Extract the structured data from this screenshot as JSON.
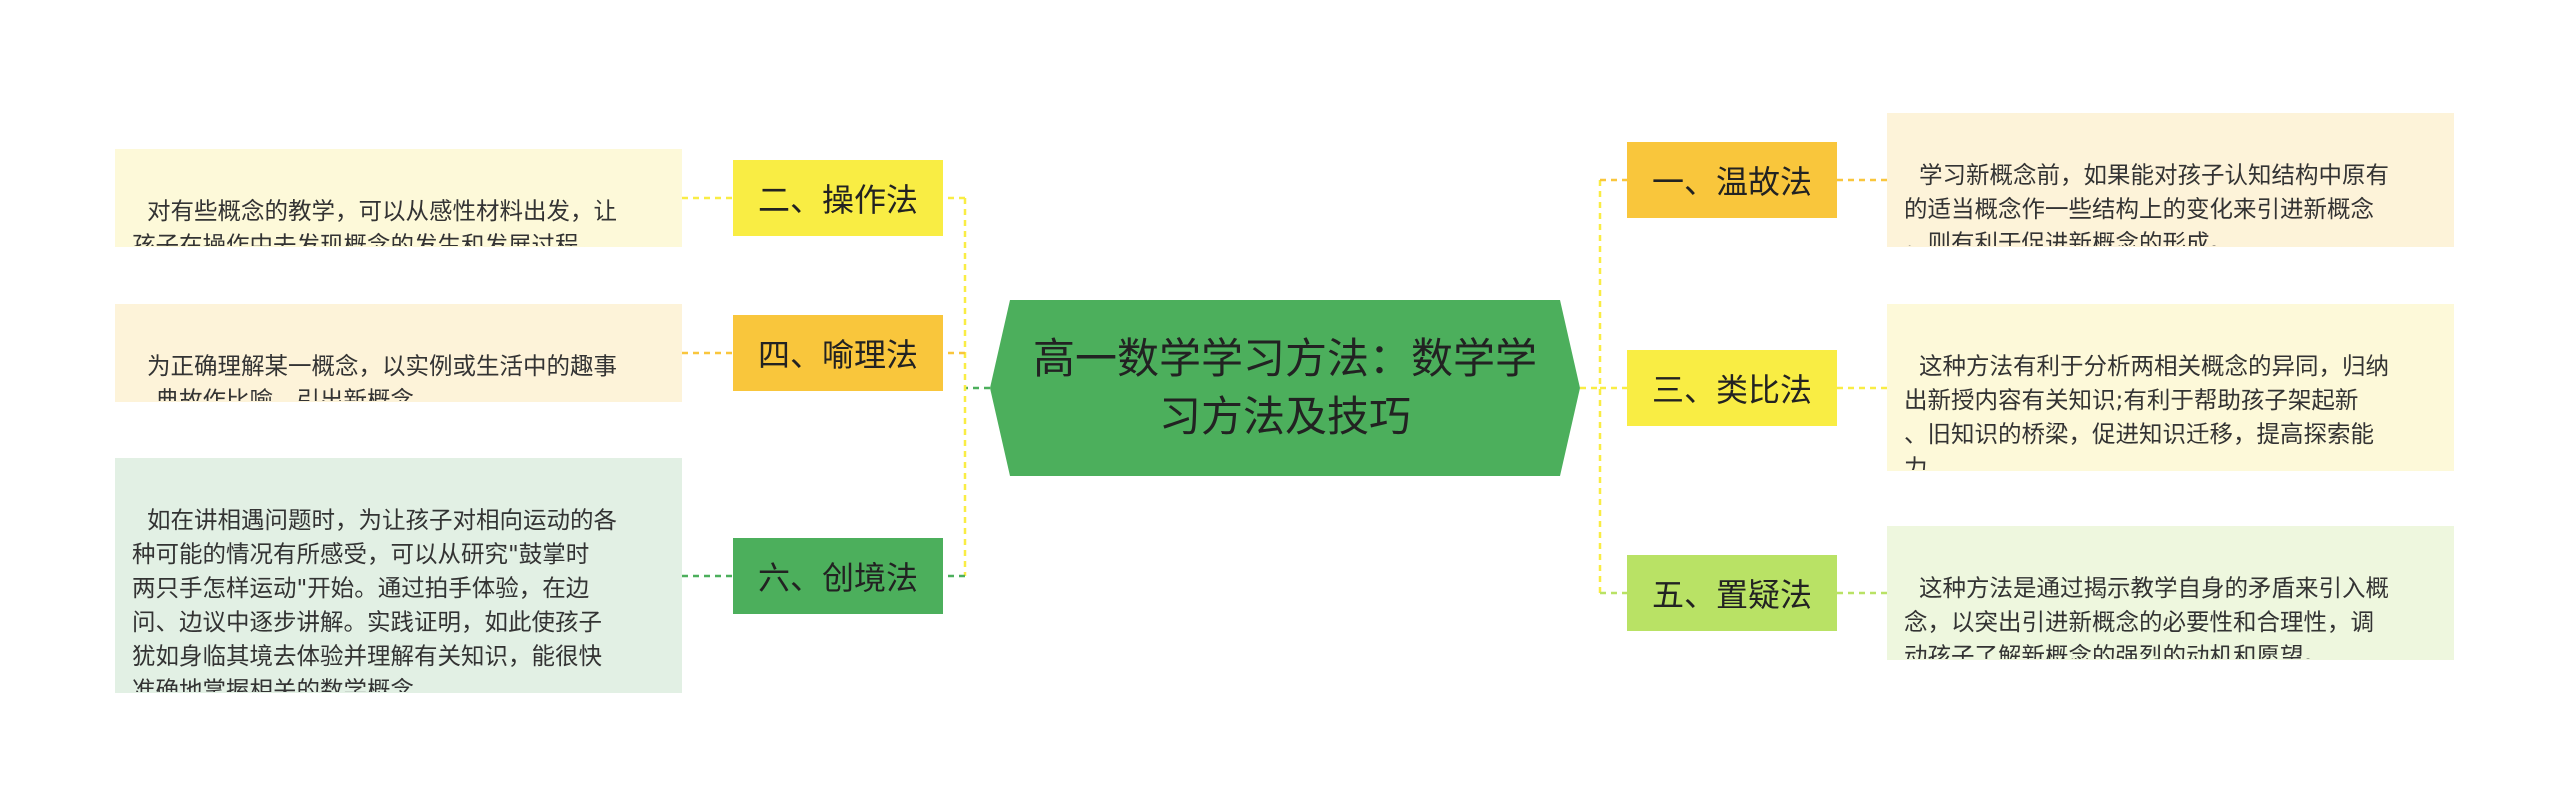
{
  "title": "高一数学学习方法：数学学习方法及技巧",
  "colors": {
    "center": "#4caf5c",
    "center_text": "#222222",
    "orange": "#f9c63c",
    "orange_bg": "#fdf3d9",
    "yellow": "#f9ed44",
    "yellow_bg": "#fdf9d9",
    "green_light": "#b9e265",
    "green_light_bg": "#eef7de",
    "green_dark": "#4caf5c",
    "green_dark_bg": "#e2f0e4"
  },
  "left": [
    {
      "label": "二、操作法",
      "desc": "对有些概念的教学，可以从感性材料出发，让\n孩子在操作中去发现概念的发生和发展过程。"
    },
    {
      "label": "四、喻理法",
      "desc": "为正确理解某一概念，以实例或生活中的趣事\n、典故作比喻，引出新概念."
    },
    {
      "label": "六、创境法",
      "desc": "如在讲相遇问题时，为让孩子对相向运动的各\n种可能的情况有所感受，可以从研究\"鼓掌时\n两只手怎样运动\"开始。通过拍手体验，在边\n问、边议中逐步讲解。实践证明，如此使孩子\n犹如身临其境去体验并理解有关知识，能很快\n准确地掌握相关的数学概念。"
    }
  ],
  "right": [
    {
      "label": "一、温故法",
      "desc": "学习新概念前，如果能对孩子认知结构中原有\n的适当概念作一些结构上的变化来引进新概念\n，则有利于促进新概念的形成。"
    },
    {
      "label": "三、类比法",
      "desc": "这种方法有利于分析两相关概念的异同，归纳\n出新授内容有关知识;有利于帮助孩子架起新\n、旧知识的桥梁，促进知识迁移，提高探索能\n力。"
    },
    {
      "label": "五、置疑法",
      "desc": "这种方法是通过揭示教学自身的矛盾来引入概\n念，以突出引进新概念的必要性和合理性，调\n动孩子了解新概念的强烈的动机和愿望。"
    }
  ]
}
